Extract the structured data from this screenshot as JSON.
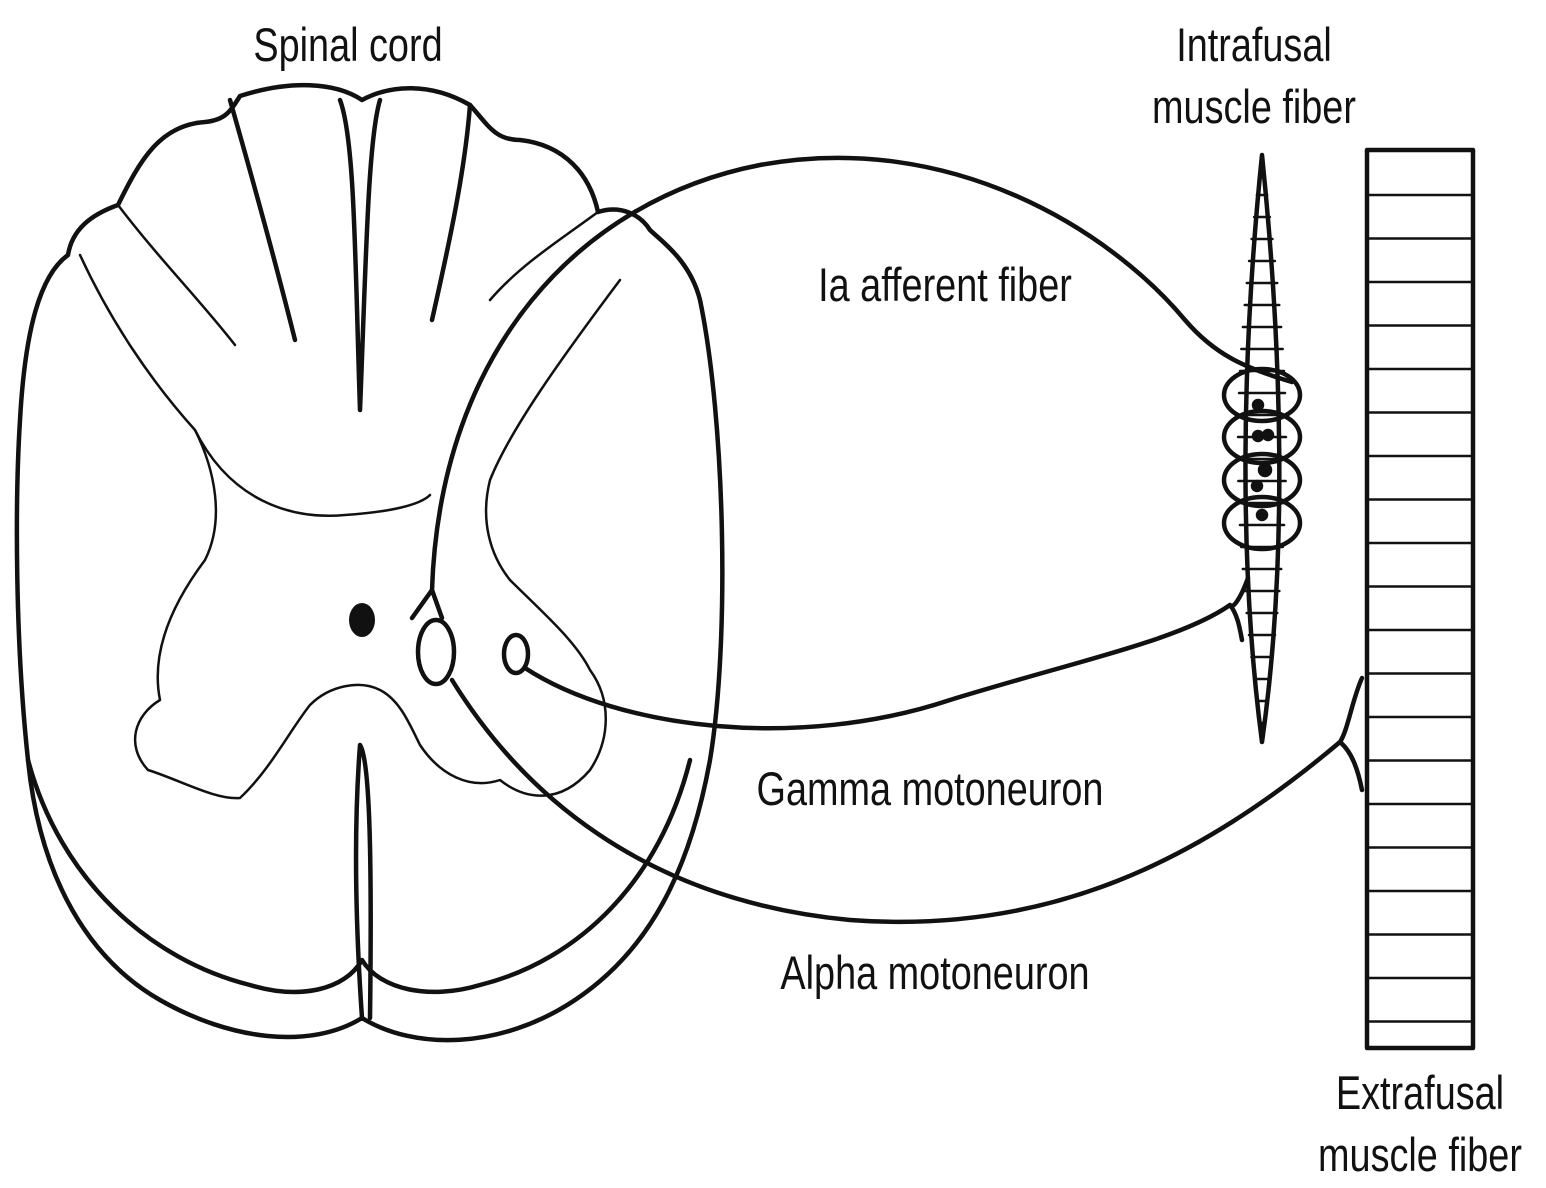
{
  "labels": {
    "spinal_cord": "Spinal cord",
    "intrafusal_line1": "Intrafusal",
    "intrafusal_line2": "muscle fiber",
    "ia_afferent": "Ia afferent fiber",
    "gamma": "Gamma motoneuron",
    "alpha": "Alpha motoneuron",
    "extrafusal_line1": "Extrafusal",
    "extrafusal_line2": "muscle fiber"
  },
  "colors": {
    "ink": "#111111",
    "background": "#ffffff"
  }
}
